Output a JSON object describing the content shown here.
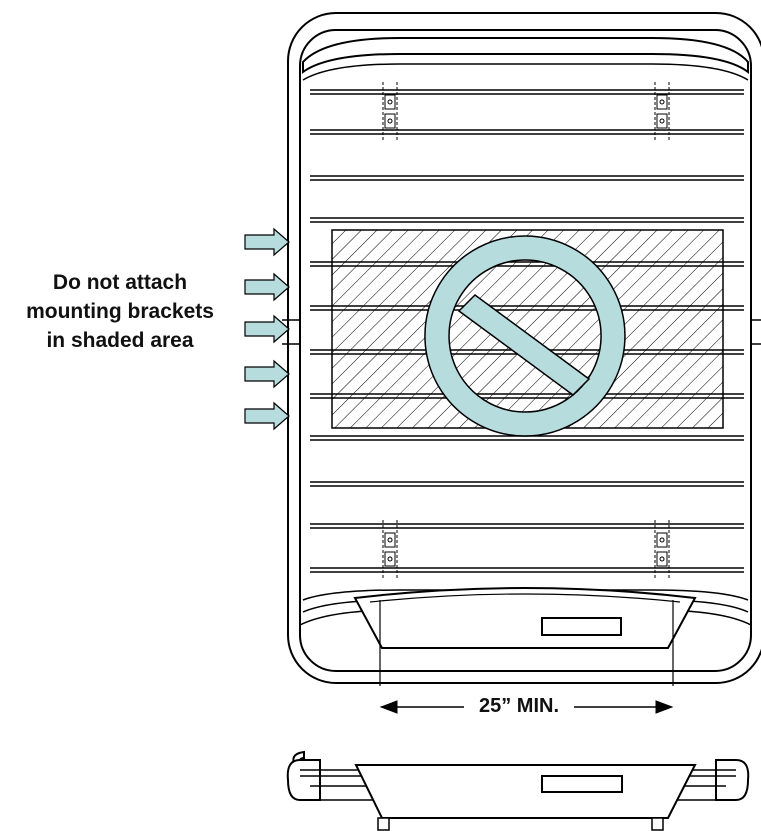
{
  "warning": {
    "lines": [
      "Do not attach",
      "mounting brackets",
      "in shaded area"
    ]
  },
  "dimension": {
    "label": "25” MIN."
  },
  "colors": {
    "arrow_fill": "#b6dcde",
    "prohibition_fill": "#b6dcde",
    "line": "#000000",
    "hatch": "#000000"
  }
}
